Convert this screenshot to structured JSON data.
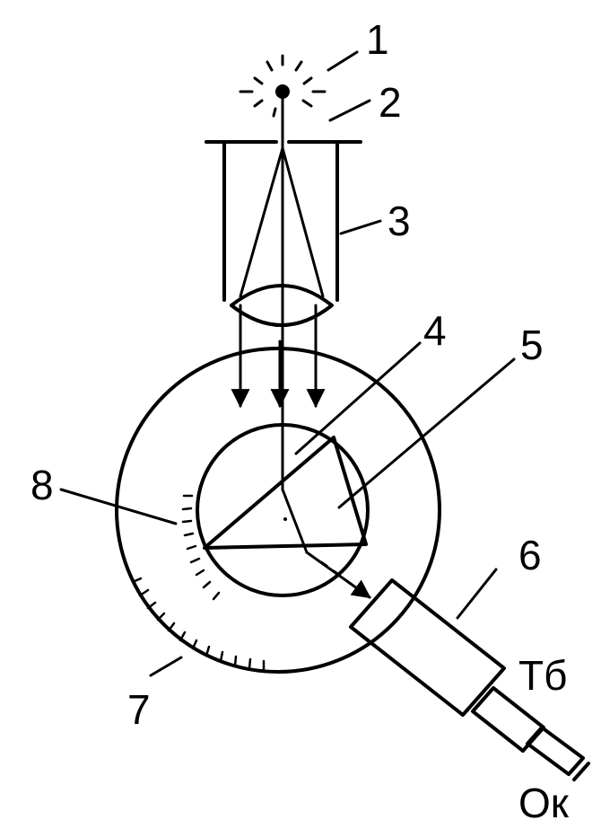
{
  "labels": {
    "l1": "1",
    "l2": "2",
    "l3": "3",
    "l4": "4",
    "l5": "5",
    "l6": "6",
    "l7": "7",
    "l8": "8",
    "tb": "Тб",
    "ok": "Ок"
  },
  "colors": {
    "ink": "#000000",
    "background": "#ffffff"
  }
}
